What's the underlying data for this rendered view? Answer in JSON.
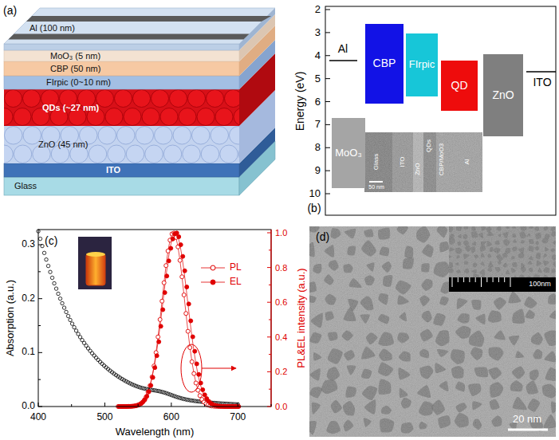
{
  "diagram": {
    "nodes": [
      {
        "text": [
          "Al (100 nm)"
        ]
      },
      {
        "text": [
          "MoO₃ (5 nm)"
        ]
      },
      {
        "text": [
          "CBP (50 nm)"
        ]
      },
      {
        "text": [
          "FIrpic (0~10 nm)"
        ]
      },
      {
        "text": [
          "QDs (~27 nm)"
        ]
      },
      {
        "text": [
          "ZnO (45 nm)"
        ]
      },
      {
        "text": [
          "ITO"
        ]
      },
      {
        "text": [
          "Glass"
        ]
      },
      {
        "text": [
          "CBP"
        ]
      },
      {
        "text": [
          "FIrpic"
        ]
      },
      {
        "text": [
          "QD"
        ]
      },
      {
        "text": [
          "ZnO"
        ]
      },
      {
        "text": [
          "MoO₃"
        ]
      }
    ],
    "labels": [
      "(a)",
      "(b)",
      "(c)",
      "(d)",
      "Energy (eV)",
      "2",
      "3",
      "4",
      "5",
      "6",
      "7",
      "8",
      "9",
      "10",
      "Al",
      "ITO",
      "Glass",
      "ITO",
      "ZnO",
      "QDs",
      "CBP/MoO3",
      "Al",
      "50 nm",
      "Absorption (a.u.)",
      "PL&EL intensity (a.u.)",
      "Wavelength (nm)",
      "0.0",
      "0.1",
      "0.2",
      "0.3",
      "400",
      "500",
      "600",
      "700",
      "0.0",
      "0.2",
      "0.4",
      "0.6",
      "0.8",
      "1.0",
      "100nm",
      "20 nm"
    ],
    "legend": [
      {
        "text": "PL"
      },
      {
        "text": "EL"
      }
    ]
  }
}
